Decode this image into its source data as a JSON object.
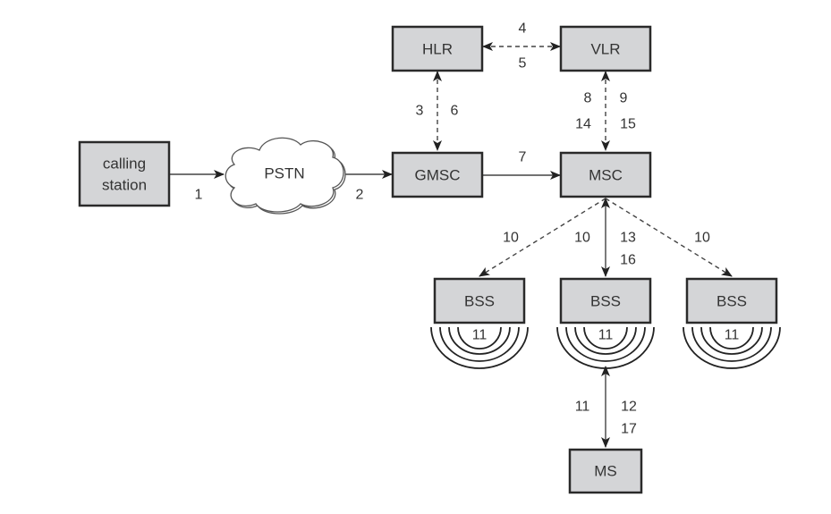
{
  "diagram": {
    "title": "GSM mobile terminated call setup",
    "nodes": {
      "calling_station": {
        "line1": "calling",
        "line2": "station"
      },
      "pstn": "PSTN",
      "gmsc": "GMSC",
      "hlr": "HLR",
      "vlr": "VLR",
      "msc": "MSC",
      "bss_left": "BSS",
      "bss_center": "BSS",
      "bss_right": "BSS",
      "ms": "MS"
    },
    "edges": [
      {
        "id": "caller-pstn",
        "from": "calling station",
        "to": "PSTN",
        "style": "solid",
        "labels": [
          "1"
        ]
      },
      {
        "id": "pstn-gmsc",
        "from": "PSTN",
        "to": "GMSC",
        "style": "solid",
        "labels": [
          "2"
        ]
      },
      {
        "id": "gmsc-hlr",
        "from": "GMSC",
        "to": "HLR",
        "style": "dashed",
        "bidirectional": true,
        "labels": [
          "3",
          "6"
        ]
      },
      {
        "id": "hlr-vlr",
        "from": "HLR",
        "to": "VLR",
        "style": "dashed",
        "bidirectional": true,
        "labels": [
          "4",
          "5"
        ]
      },
      {
        "id": "gmsc-msc",
        "from": "GMSC",
        "to": "MSC",
        "style": "solid",
        "labels": [
          "7"
        ]
      },
      {
        "id": "msc-vlr",
        "from": "MSC",
        "to": "VLR",
        "style": "dashed",
        "bidirectional": true,
        "labels": [
          "8",
          "9",
          "14",
          "15"
        ]
      },
      {
        "id": "msc-bss-left",
        "from": "MSC",
        "to": "BSS",
        "style": "dashed",
        "labels": [
          "10"
        ]
      },
      {
        "id": "msc-bss-center",
        "from": "MSC",
        "to": "BSS",
        "style": "solid",
        "bidirectional": true,
        "labels": [
          "10",
          "13",
          "16"
        ]
      },
      {
        "id": "msc-bss-right",
        "from": "MSC",
        "to": "BSS",
        "style": "dashed",
        "labels": [
          "10"
        ]
      },
      {
        "id": "bss-ms",
        "from": "BSS",
        "to": "MS",
        "style": "solid",
        "bidirectional": true,
        "labels": [
          "11",
          "12",
          "17"
        ]
      }
    ],
    "labels": {
      "l1": "1",
      "l2": "2",
      "l3": "3",
      "l4": "4",
      "l5": "5",
      "l6": "6",
      "l7": "7",
      "l8": "8",
      "l9": "9",
      "l14": "14",
      "l15": "15",
      "l10_left": "10",
      "l10_center": "10",
      "l13": "13",
      "l16": "16",
      "l10_right": "10",
      "l11_bss_left": "11",
      "l11_bss_center": "11",
      "l11_bss_right": "11",
      "l11_ms": "11",
      "l12": "12",
      "l17": "17"
    }
  }
}
